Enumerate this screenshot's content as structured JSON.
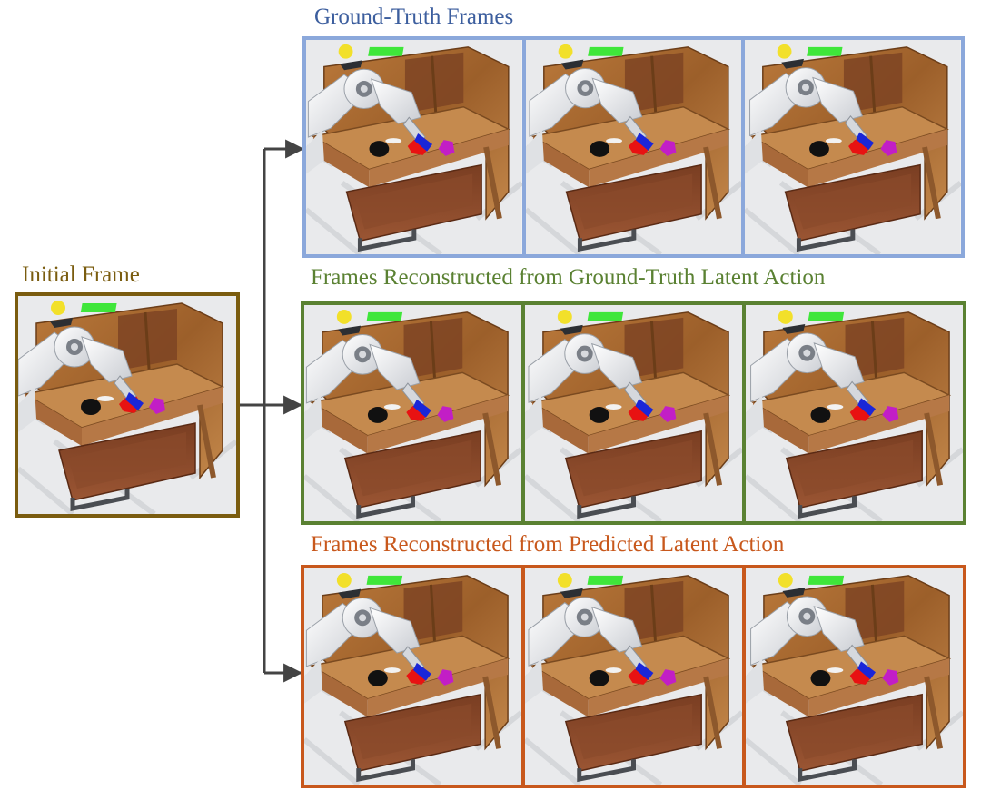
{
  "colors": {
    "initial": "#7a5c0f",
    "ground_truth": "#8ba8db",
    "gt_label": "#3c5e9e",
    "reconstructed_gt": "#5a8132",
    "reconstructed_pred": "#c8581c",
    "arrow": "#444444"
  },
  "labels": {
    "initial": "Initial Frame",
    "ground_truth": "Ground-Truth Frames",
    "reconstructed_gt": "Frames Reconstructed from Ground-Truth Latent Action",
    "reconstructed_pred": "Frames Reconstructed from Predicted Latent Action"
  },
  "scene": {
    "icons": [
      "robot-arm-icon",
      "wooden-desk-icon",
      "drawer-icon",
      "yellow-ball-icon",
      "green-block-icon",
      "black-hole-icon",
      "red-hexagon-icon",
      "blue-gripper-icon",
      "magenta-cube-icon"
    ]
  }
}
